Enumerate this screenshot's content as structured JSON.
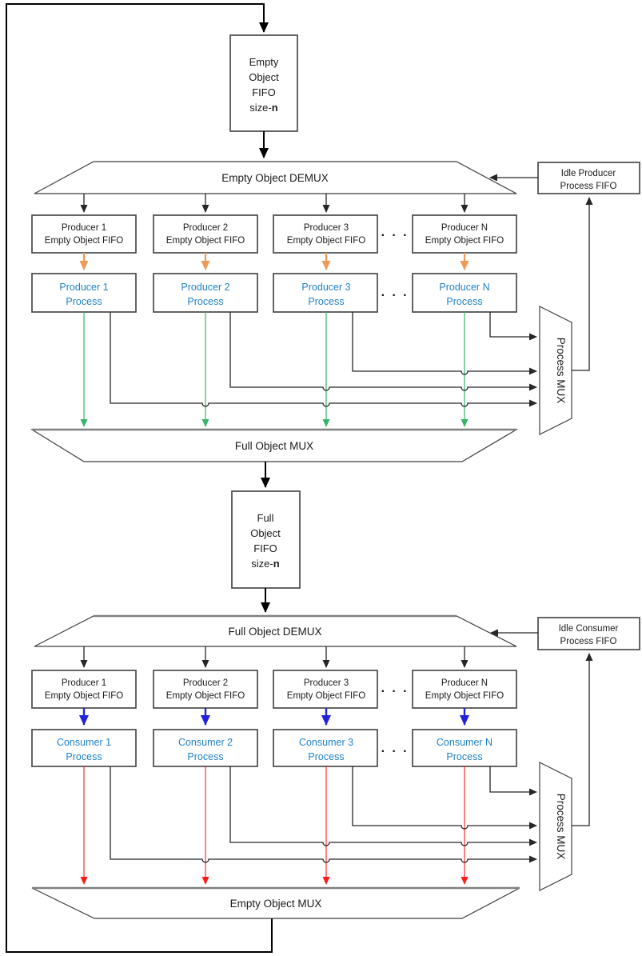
{
  "colors": {
    "orange": "#ED9B57",
    "green": "#36B56A",
    "blue_arrow": "#2222DD",
    "red": "#FF1A1A",
    "blue_text": "#1F82C8",
    "gray_edge": "#808080",
    "line_dark": "#262626",
    "box_border": "#4A4A4A"
  },
  "top_fifo": {
    "line1": "Empty",
    "line2": "Object",
    "line3": "FIFO",
    "size_prefix": "size-",
    "size_bold": "n"
  },
  "middle_fifo": {
    "line1": "Full",
    "line2": "Object",
    "line3": "FIFO",
    "size_prefix": "size-",
    "size_bold": "n"
  },
  "producer_section": {
    "demux_label": "Empty Object DEMUX",
    "idle_box": {
      "line1": "Idle Producer",
      "line2": "Process FIFO"
    },
    "dots": "· · ·",
    "fifo_boxes": [
      {
        "line1": "Producer 1",
        "line2": "Empty Object FIFO"
      },
      {
        "line1": "Producer 2",
        "line2": "Empty Object FIFO"
      },
      {
        "line1": "Producer 3",
        "line2": "Empty Object FIFO"
      },
      {
        "line1": "Producer N",
        "line2": "Empty Object FIFO"
      }
    ],
    "process_boxes": [
      {
        "line1": "Producer 1",
        "line2": "Process"
      },
      {
        "line1": "Producer 2",
        "line2": "Process"
      },
      {
        "line1": "Producer 3",
        "line2": "Process"
      },
      {
        "line1": "Producer N",
        "line2": "Process"
      }
    ],
    "mux_label": "Process MUX",
    "output_mux_label": "Full Object MUX"
  },
  "consumer_section": {
    "demux_label": "Full Object DEMUX",
    "idle_box": {
      "line1": "Idle Consumer",
      "line2": "Process FIFO"
    },
    "dots": "· · ·",
    "fifo_boxes": [
      {
        "line1": "Producer 1",
        "line2": "Empty Object FIFO"
      },
      {
        "line1": "Producer 2",
        "line2": "Empty Object FIFO"
      },
      {
        "line1": "Producer 3",
        "line2": "Empty Object FIFO"
      },
      {
        "line1": "Producer N",
        "line2": "Empty Object FIFO"
      }
    ],
    "process_boxes": [
      {
        "line1": "Consumer 1",
        "line2": "Process"
      },
      {
        "line1": "Consumer 2",
        "line2": "Process"
      },
      {
        "line1": "Consumer 3",
        "line2": "Process"
      },
      {
        "line1": "Consumer N",
        "line2": "Process"
      }
    ],
    "mux_label": "Process MUX",
    "output_mux_label": "Empty Object MUX"
  }
}
